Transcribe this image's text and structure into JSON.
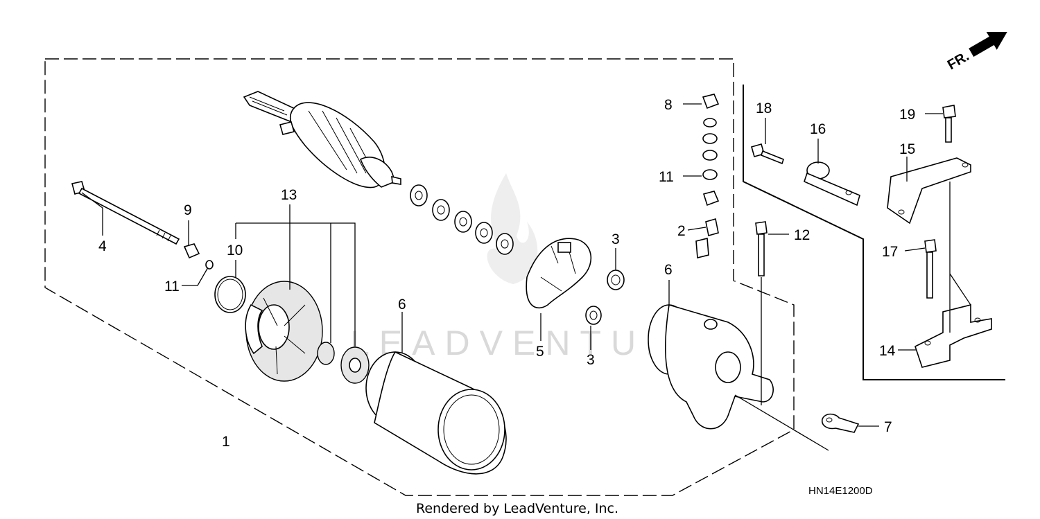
{
  "diagram": {
    "callouts": {
      "c1": "1",
      "c2": "2",
      "c3a": "3",
      "c3b": "3",
      "c4": "4",
      "c5": "5",
      "c6a": "6",
      "c6b": "6",
      "c7": "7",
      "c8": "8",
      "c9": "9",
      "c10": "10",
      "c11a": "11",
      "c11b": "11",
      "c12": "12",
      "c13": "13",
      "c14": "14",
      "c15": "15",
      "c16": "16",
      "c17": "17",
      "c18": "18",
      "c19": "19"
    },
    "direction_label": "FR.",
    "diagram_code": "HN14E1200D",
    "credit": "Rendered by LeadVenture, Inc.",
    "watermark": "LEADVENTURE"
  }
}
